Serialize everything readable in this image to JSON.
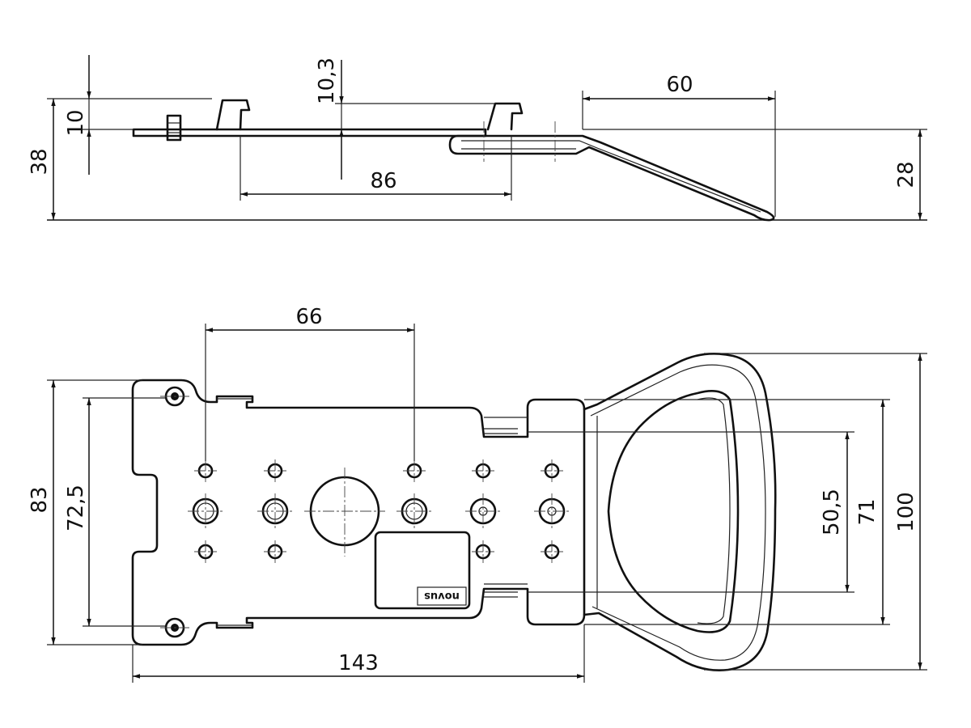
{
  "drawing": {
    "side_view": {
      "dimensions": {
        "overall_height": "38",
        "step_height": "10",
        "hook_height": "10,3",
        "hook_spacing": "86",
        "handle_span": "60",
        "handle_height": "28"
      }
    },
    "top_view": {
      "dimensions": {
        "hole_spacing": "66",
        "plate_height": "83",
        "corner_hole_spacing": "72,5",
        "overall_length": "143",
        "grip_inner": "50,5",
        "grip_outer": "71",
        "grip_height": "100"
      },
      "logo_text": "novus"
    }
  }
}
